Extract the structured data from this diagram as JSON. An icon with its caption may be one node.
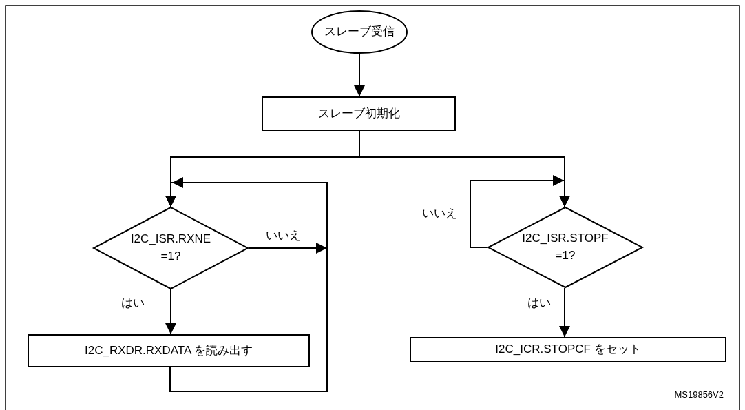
{
  "diagram": {
    "nodes": [
      {
        "text": [
          "スレーブ受信"
        ]
      },
      {
        "text": [
          "スレーブ初期化"
        ]
      },
      {
        "text": [
          "I2C_ISR.RXNE =1?"
        ]
      },
      {
        "text": [
          "I2C_RXDR.RXDATA を読み出す"
        ]
      },
      {
        "text": [
          "I2C_ISR.STOPF =1?"
        ]
      },
      {
        "text": [
          "I2C_ICR.STOPCF をセット"
        ]
      }
    ],
    "edges": [
      {
        "from": 0,
        "to": 1,
        "arrow": "to"
      },
      {
        "from": 1,
        "to": 2,
        "arrow": "to"
      },
      {
        "from": 1,
        "to": 4,
        "arrow": "to"
      },
      {
        "from": 2,
        "to": 2,
        "arrow": "to",
        "label": "いいえ"
      },
      {
        "from": 2,
        "to": 3,
        "arrow": "to",
        "label": "はい"
      },
      {
        "from": 3,
        "to": 2,
        "arrow": "to"
      },
      {
        "from": 4,
        "to": 4,
        "arrow": "to",
        "label": "いいえ"
      },
      {
        "from": 4,
        "to": 5,
        "arrow": "to",
        "label": "はい"
      }
    ],
    "labels": [
      "MS19856V2"
    ]
  }
}
